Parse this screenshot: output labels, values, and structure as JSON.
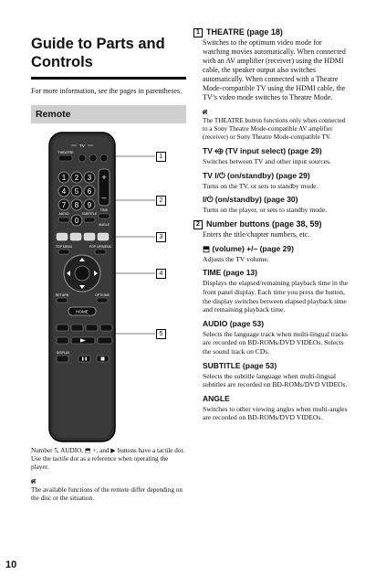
{
  "left": {
    "title": "Guide to Parts and Controls",
    "intro": "For more information, see the pages in parentheses.",
    "section": "Remote",
    "remote_caption": "Number 5, AUDIO, ⬒ +, and ▶ buttons have a tactile dot. Use the tactile dot as a reference when operating the player.",
    "note_icon": "ศ",
    "note_text": "The available functions of the remote differ depending on the disc or the situation.",
    "remote": {
      "labels": {
        "tv": "TV",
        "theatre": "THEATRE",
        "time": "TIME",
        "audio": "AUDIO",
        "subtitle": "SUBTITLE",
        "angle": "ANGLE",
        "top_menu": "TOP MENU",
        "popup_menu": "POP UP/MENU",
        "return": "RETURN",
        "options": "OPTIONS",
        "home": "HOME",
        "display": "DISPLAY"
      },
      "digits": [
        "1",
        "2",
        "3",
        "4",
        "5",
        "6",
        "7",
        "8",
        "9",
        "0"
      ],
      "callouts": [
        "1",
        "2",
        "3",
        "4",
        "5"
      ]
    }
  },
  "right": {
    "entries": [
      {
        "num": "1",
        "head": "THEATRE (page 18)",
        "body": "Switches to the optimum video mode for watching movies automatically. When connected with an AV amplifier (receiver) using the HDMI cable, the speaker output also switches automatically. When connected with a Theatre Mode-compatible TV using the HDMI cable, the TV’s video mode switches to Theatre Mode."
      },
      {
        "note": "The THEATRE button functions only when connected to a Sony Theatre Mode-compatible AV amplifier (receiver) or Sony Theatre Mode-compatible TV."
      },
      {
        "sub": "TV ⬲ (TV input select) (page 29)",
        "body": "Switches between TV and other input sources."
      },
      {
        "sub": "TV I/⏻ (on/standby) (page 29)",
        "body": "Turns on the TV, or sets to standby mode."
      },
      {
        "sub": "I/⏻ (on/standby) (page 30)",
        "body": "Turns on the player, or sets to standby mode."
      },
      {
        "num": "2",
        "head": "Number buttons (page 38, 59)",
        "body": "Enters the title/chapter numbers, etc."
      },
      {
        "sub": "⬒ (volume) +/– (page 29)",
        "body": "Adjusts the TV volume."
      },
      {
        "sub": "TIME (page 13)",
        "body": "Displays the elapsed/remaining playback time in the front panel display. Each time you press the button, the display switches between elapsed playback time and remaining playback time."
      },
      {
        "sub": "AUDIO (page 53)",
        "body": "Selects the language track when multi-lingual tracks are recorded on BD-ROMs/DVD VIDEOs. Selects the sound track on CDs."
      },
      {
        "sub": "SUBTITLE (page 53)",
        "body": "Selects the subtitle language when multi-lingual subtitles are recorded on BD-ROMs/DVD VIDEOs."
      },
      {
        "sub": "ANGLE",
        "body": "Switches to other viewing angles when multi-angles are recorded on BD-ROMs/DVD VIDEOs."
      }
    ]
  },
  "page_number": "10"
}
